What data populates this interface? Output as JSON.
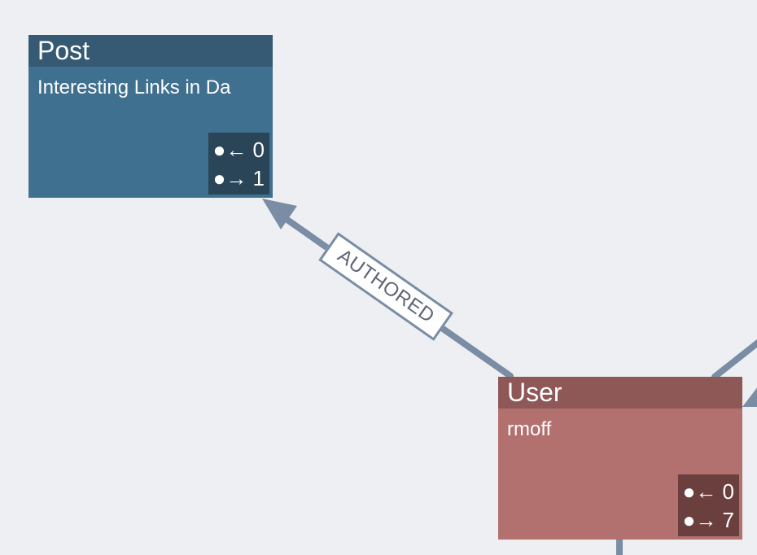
{
  "nodes": {
    "post": {
      "label": "Post",
      "property": "Interesting Links in Da",
      "in_count": "●← 0",
      "out_count": "●→ 1"
    },
    "user": {
      "label": "User",
      "property": "rmoff",
      "in_count": "●← 0",
      "out_count": "●→ 7"
    }
  },
  "edges": [
    {
      "label": "AUTHORED"
    }
  ],
  "colors": {
    "background": "#edeff2",
    "post_body": "#40708f",
    "post_header": "#365a73",
    "user_body": "#b2706e",
    "user_header": "#8e5857",
    "edge": "#7a8da4"
  }
}
